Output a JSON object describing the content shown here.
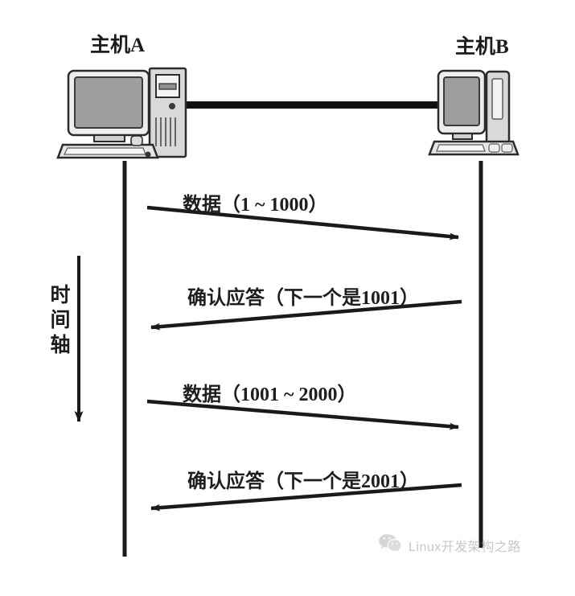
{
  "diagram": {
    "title_hosts": {
      "host_a": "主机A",
      "host_b": "主机B"
    },
    "time_axis": {
      "label": "时间轴",
      "direction": "down"
    },
    "messages": [
      {
        "id": "data-1",
        "label": "数据（1 ~ 1000）",
        "direction": "a-to-b",
        "segment_start": 1,
        "segment_end": 1000
      },
      {
        "id": "ack-1",
        "label": "确认应答（下一个是1001）",
        "direction": "b-to-a",
        "next_expected": 1001
      },
      {
        "id": "data-2",
        "label": "数据（1001 ~ 2000）",
        "direction": "a-to-b",
        "segment_start": 1001,
        "segment_end": 2000
      },
      {
        "id": "ack-2",
        "label": "确认应答（下一个是2001）",
        "direction": "b-to-a",
        "next_expected": 2001
      }
    ],
    "icons": {
      "host_a_computer": "desktop-computer-icon",
      "host_b_computer": "desktop-computer-icon",
      "network_link": "network-cable-icon",
      "wechat_logo": "wechat-logo-icon"
    },
    "colors": {
      "line": "#1a1a1a",
      "text": "#1c1c1c",
      "screen_fill": "#9e9e9e",
      "case_fill": "#d8d8d8",
      "watermark_text": "#9a9a9a",
      "background": "#ffffff"
    }
  },
  "watermark": {
    "text": "Linux开发架构之路"
  }
}
